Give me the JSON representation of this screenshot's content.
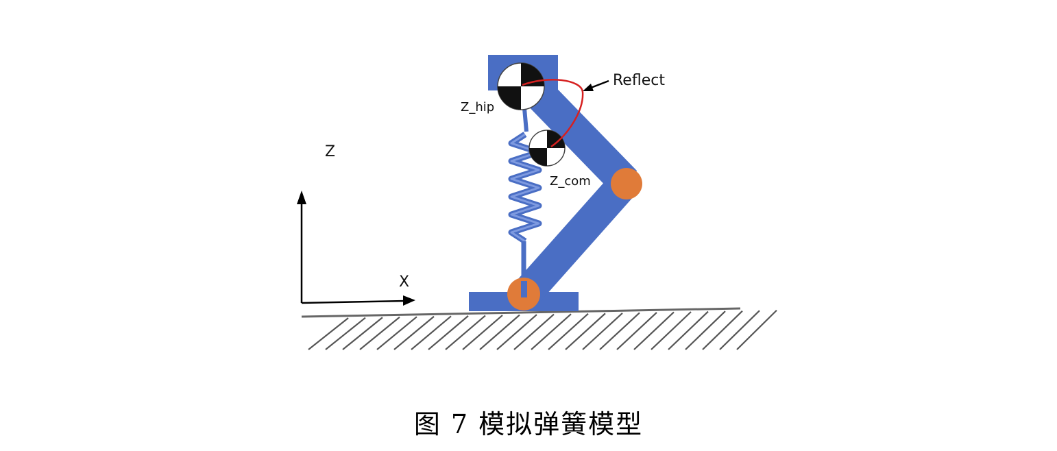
{
  "figure": {
    "caption": "图 7 模拟弹簧模型",
    "labels": {
      "reflect": "Reflect",
      "z_hip": "Z_hip",
      "z_com": "Z_com",
      "axis_z": "Z",
      "axis_x": "X"
    },
    "colors": {
      "leg": "#4a6ec4",
      "spring": "#4a6ec4",
      "joint": "#e07b39",
      "reflect_curve": "#d62020",
      "ground_hatch": "#555555",
      "axis": "#000000"
    }
  }
}
